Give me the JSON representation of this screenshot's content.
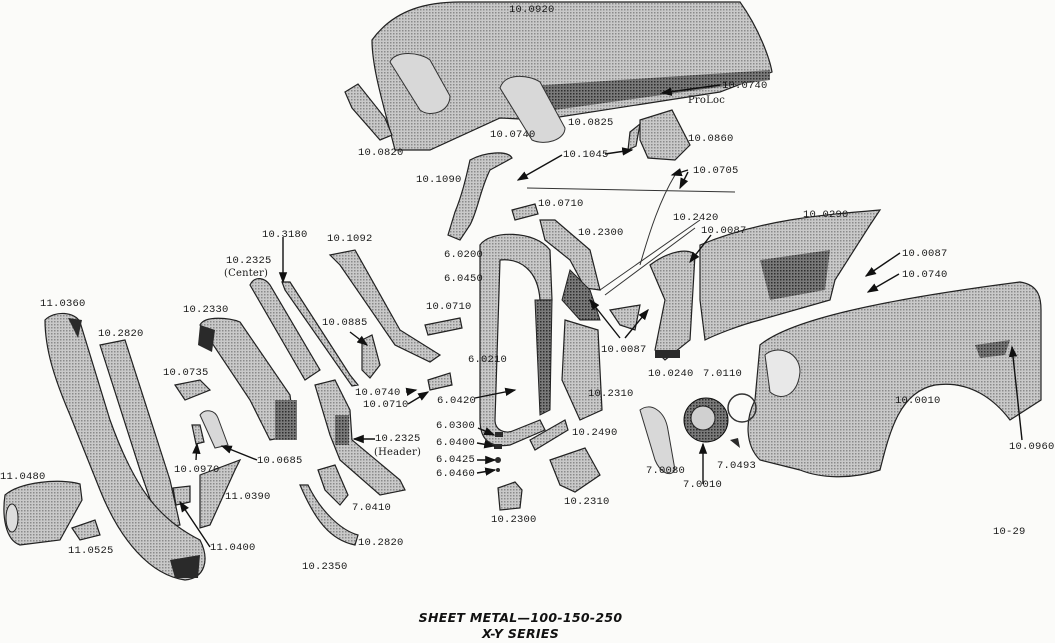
{
  "document": {
    "title_line1": "SHEET METAL—100-150-250",
    "title_line2": "X-Y SERIES",
    "page_number": "10-29"
  },
  "labels": {
    "hood": "10.0920",
    "hood_bumper_top": "10.0740",
    "proloc": "ProLoc",
    "hood_emblem": "10.0825",
    "hood_bumper_mid": "10.0740",
    "hood_ornament": "10.0820",
    "hood_latch": "10.0860",
    "latch_spring": "10.1045",
    "hood_release": "10.0705",
    "hood_hinge": "10.1090",
    "bracket_upper": "10.0710",
    "side_panel_upper": "10.2300",
    "hood_rod": "10.2420",
    "fender_bolt_a": "10.0087",
    "fender_inner": "10.0290",
    "fender_bolt_b": "10.0087",
    "fender_washer": "10.0740",
    "radiator_support_top": "6.0200",
    "radiator_support_side": "6.0450",
    "bracket_left": "10.0710",
    "grille_bar_header": "10.3180",
    "grille_center": "10.2325",
    "grille_center_note": "(Center)",
    "grille_support": "10.1092",
    "grille_upper": "10.2330",
    "bumper": "11.0360",
    "grille_lower": "10.2820",
    "clip": "10.0885",
    "baffle_bolt": "10.0087",
    "splash_shield": "10.0240",
    "headlamp_ring": "7.0110",
    "parking_lamp_bracket": "10.0735",
    "washer_b": "10.0740",
    "bracket_b": "10.0710",
    "radiator_clip": "6.0210",
    "radiator_bolt": "6.0420",
    "baffle_side": "10.2310",
    "fender": "10.0010",
    "fender_emblem": "10.0960",
    "parking_lamp": "10.0970",
    "parking_lens": "10.0685",
    "grille_header": "10.2325",
    "grille_header_note": "(Header)",
    "bumper_bracket": "11.0390",
    "bumper_end": "11.0480",
    "mount_6_0300": "6.0300",
    "mount_6_0400": "6.0400",
    "mount_6_0425": "6.0425",
    "mount_6_0460": "6.0460",
    "baffle_bracket": "10.2490",
    "headlamp_door": "7.0080",
    "headlamp_adjust": "7.0493",
    "headlamp": "7.0010",
    "lamp_housing": "7.0410",
    "bumper_bolt": "11.0400",
    "bumper_guard_bracket": "11.0525",
    "grille_lower_b": "10.2820",
    "screw": "10.2350",
    "baffle_bottom": "10.2310",
    "filler_panel": "10.2300"
  }
}
